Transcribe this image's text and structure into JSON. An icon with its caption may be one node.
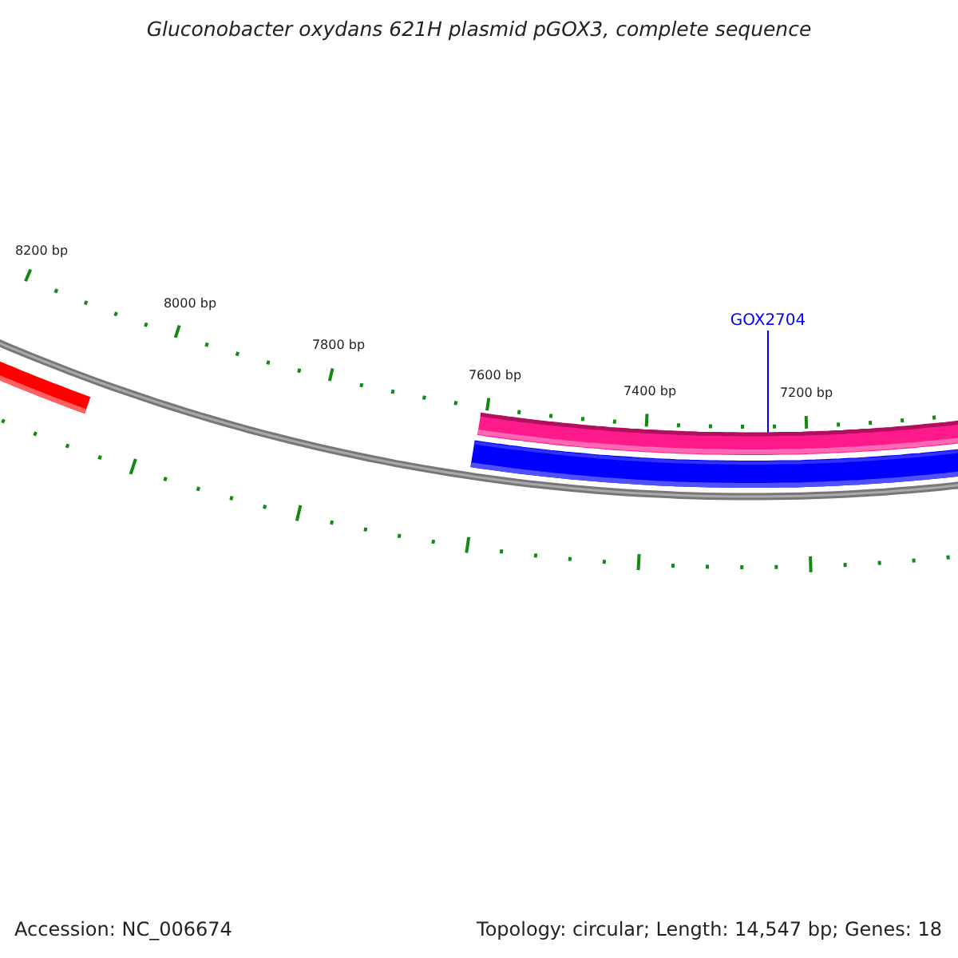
{
  "diagram": {
    "title": "Gluconobacter oxydans 621H plasmid pGOX3, complete sequence",
    "nodes": [
      {
        "text": [
          "GOX2704"
        ]
      },
      {
        "text": [],
        "shape": "bar"
      }
    ],
    "edges": [
      {
        "from": 0,
        "to": 1,
        "arrow": "none"
      }
    ],
    "labels": [
      "8200 bp",
      "8000 bp",
      "7800 bp",
      "7600 bp",
      "7400 bp",
      "7200 bp",
      "Accession: NC_006674",
      "Topology: circular; Length: 14,547 bp; Genes: 18"
    ]
  }
}
